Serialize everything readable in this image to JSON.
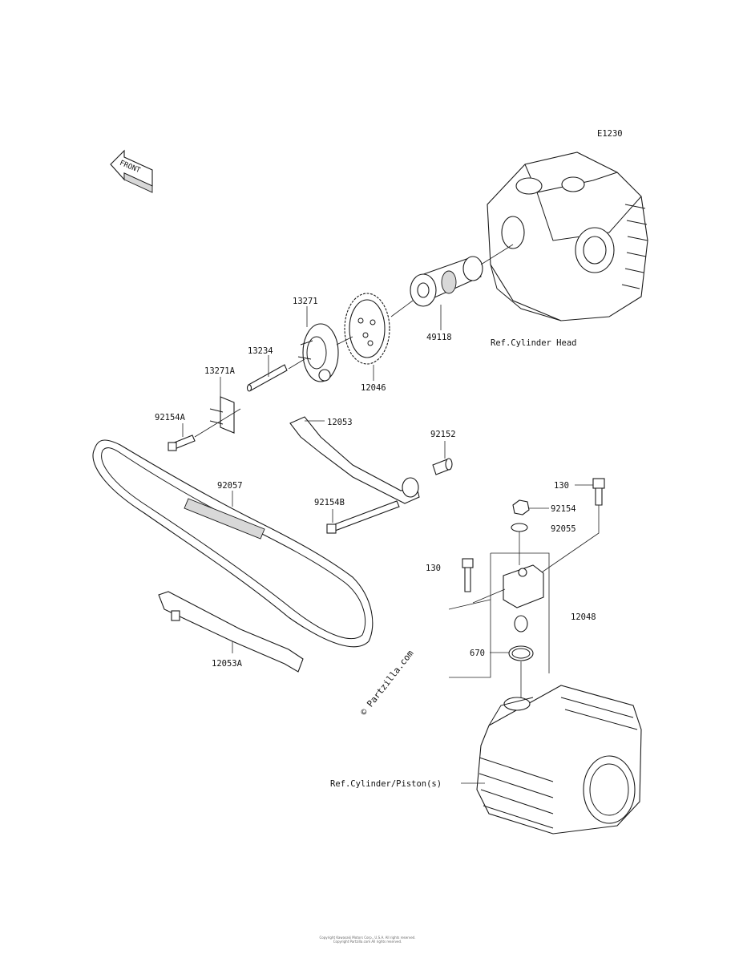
{
  "diagram_code": "E1230",
  "front_label": "FRONT",
  "watermark": "© Partzilla.com",
  "refs": {
    "cylinder_head": "Ref.Cylinder Head",
    "cylinder_piston": "Ref.Cylinder/Piston(s)"
  },
  "parts": [
    {
      "id": "p13271",
      "label": "13271"
    },
    {
      "id": "p13234",
      "label": "13234"
    },
    {
      "id": "p13271A",
      "label": "13271A"
    },
    {
      "id": "p92154A",
      "label": "92154A"
    },
    {
      "id": "p12046",
      "label": "12046"
    },
    {
      "id": "p49118",
      "label": "49118"
    },
    {
      "id": "p12053",
      "label": "12053"
    },
    {
      "id": "p92152",
      "label": "92152"
    },
    {
      "id": "p92057",
      "label": "92057"
    },
    {
      "id": "p92154B",
      "label": "92154B"
    },
    {
      "id": "p130a",
      "label": "130"
    },
    {
      "id": "p92154",
      "label": "92154"
    },
    {
      "id": "p92055",
      "label": "92055"
    },
    {
      "id": "p130b",
      "label": "130"
    },
    {
      "id": "p12048",
      "label": "12048"
    },
    {
      "id": "p670",
      "label": "670"
    },
    {
      "id": "p12053A",
      "label": "12053A"
    }
  ],
  "copyright_lines": [
    "Copyright Kawasaki Motors Corp., U.S.A. All rights reserved.",
    "Copyright Partzilla.com All rights reserved."
  ]
}
